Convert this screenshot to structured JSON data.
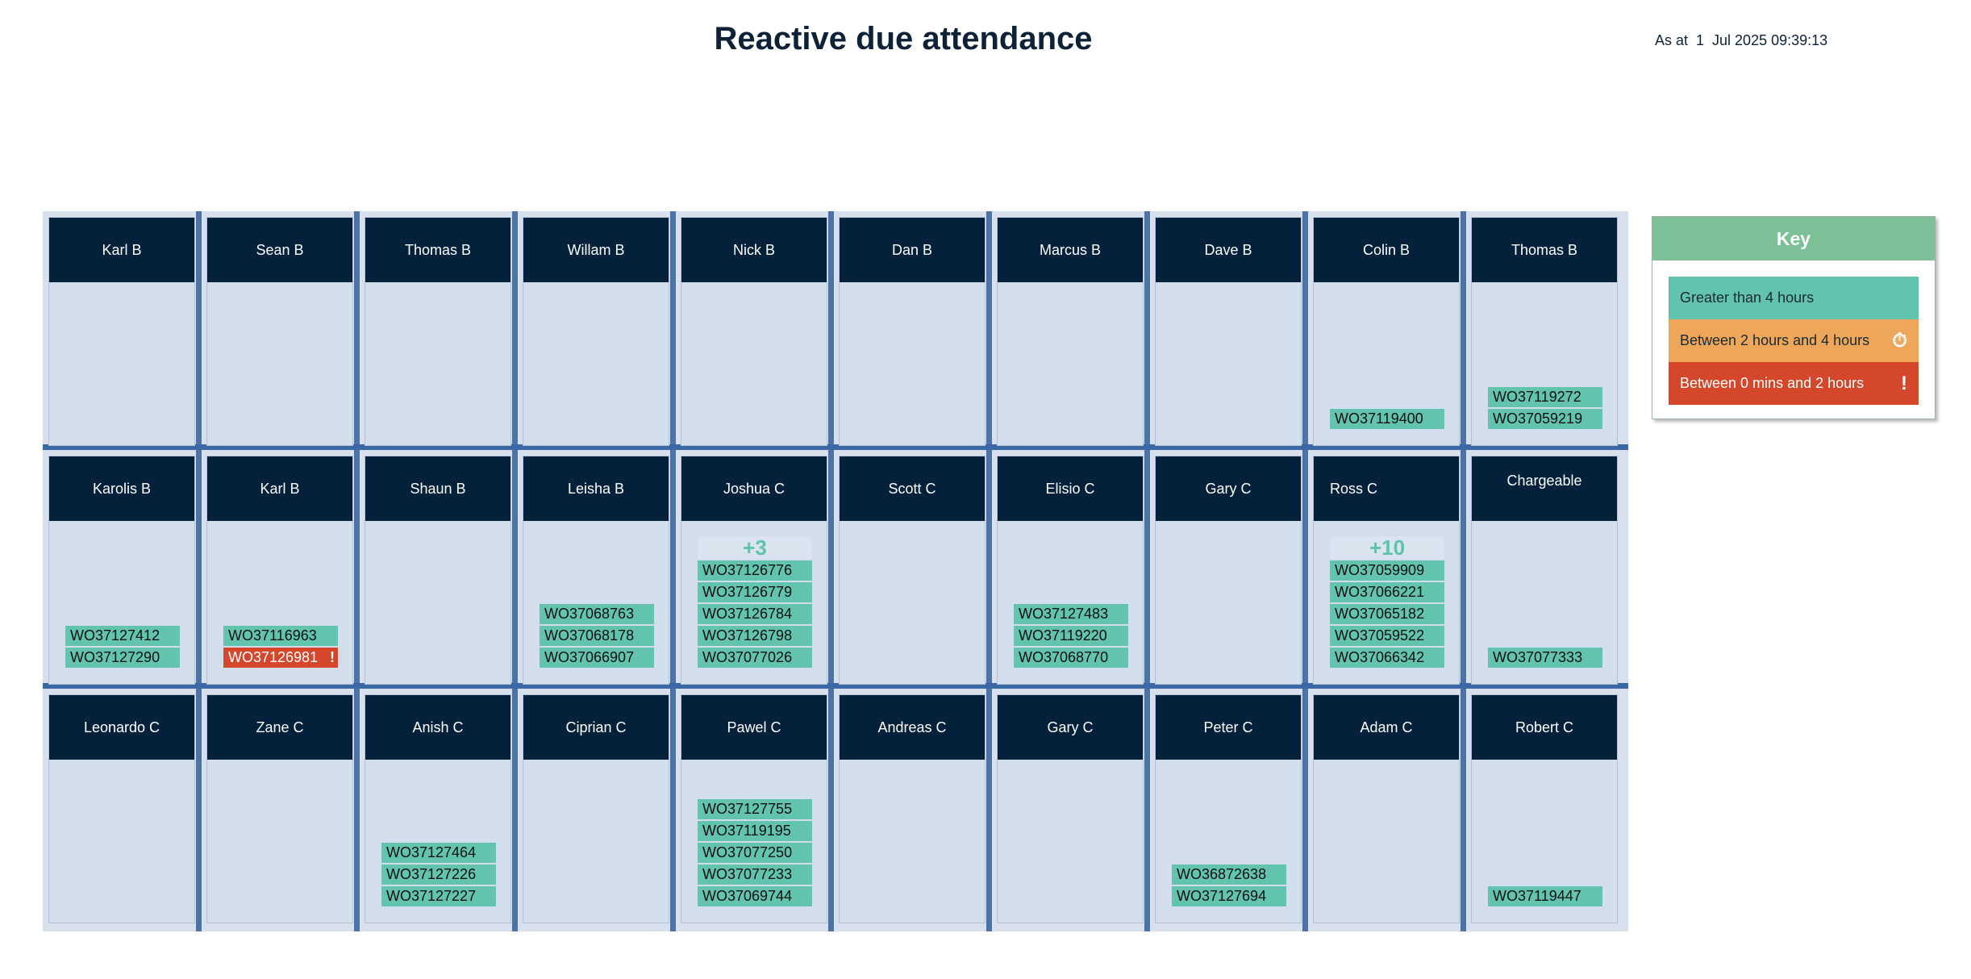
{
  "header": {
    "title": "Reactive due attendance",
    "as_at": "As at  1  Jul 2025 09:39:13"
  },
  "colors": {
    "header_bg": "#03213a",
    "cell_bg": "#d2deeb",
    "grid_line": "#3a68a4",
    "green": "#62c3ae",
    "amber": "#eea65a",
    "red": "#d4472b",
    "key_header": "#7dbf96"
  },
  "key": {
    "title": "Key",
    "items": [
      {
        "label": "Greater than 4 hours",
        "color": "#62c3ae",
        "text_color": "#1a2a33",
        "icon": "",
        "icon_name": ""
      },
      {
        "label": "Between 2 hours and 4 hours",
        "color": "#eea65a",
        "text_color": "#1a2a33",
        "icon": "⏱",
        "icon_name": "stopwatch-icon"
      },
      {
        "label": "Between 0 mins and 2 hours",
        "color": "#d4472b",
        "text_color": "#ffffff",
        "icon": "!",
        "icon_name": "exclamation-icon"
      }
    ]
  },
  "rows": [
    [
      {
        "name": "Karl B",
        "trunc": false,
        "work_orders": []
      },
      {
        "name": "Sean B",
        "trunc": false,
        "work_orders": []
      },
      {
        "name": "Thomas B",
        "trunc": false,
        "work_orders": []
      },
      {
        "name": "Willam B",
        "trunc": false,
        "work_orders": []
      },
      {
        "name": "Nick B",
        "trunc": false,
        "work_orders": []
      },
      {
        "name": "Dan B",
        "trunc": false,
        "work_orders": []
      },
      {
        "name": "Marcus B",
        "trunc": false,
        "work_orders": []
      },
      {
        "name": "Dave B",
        "trunc": false,
        "work_orders": []
      },
      {
        "name": "Colin B",
        "trunc": false,
        "work_orders": [
          {
            "id": "WO37119400",
            "status": "green"
          }
        ]
      },
      {
        "name": "Thomas B",
        "trunc": false,
        "work_orders": [
          {
            "id": "WO37119272",
            "status": "green"
          },
          {
            "id": "WO37059219",
            "status": "green"
          }
        ]
      }
    ],
    [
      {
        "name": "Karolis B",
        "trunc": false,
        "work_orders": [
          {
            "id": "WO37127412",
            "status": "green"
          },
          {
            "id": "WO37127290",
            "status": "green"
          }
        ]
      },
      {
        "name": "Karl B",
        "trunc": false,
        "work_orders": [
          {
            "id": "WO37116963",
            "status": "green"
          },
          {
            "id": "WO37126981",
            "status": "red"
          }
        ]
      },
      {
        "name": "Shaun B",
        "trunc": false,
        "work_orders": []
      },
      {
        "name": "Leisha B",
        "trunc": false,
        "work_orders": [
          {
            "id": "WO37068763",
            "status": "green"
          },
          {
            "id": "WO37068178",
            "status": "green"
          },
          {
            "id": "WO37066907",
            "status": "green"
          }
        ]
      },
      {
        "name": "Joshua C",
        "trunc": false,
        "more": "+3",
        "work_orders": [
          {
            "id": "WO37126776",
            "status": "green"
          },
          {
            "id": "WO37126779",
            "status": "green"
          },
          {
            "id": "WO37126784",
            "status": "green"
          },
          {
            "id": "WO37126798",
            "status": "green"
          },
          {
            "id": "WO37077026",
            "status": "green"
          }
        ]
      },
      {
        "name": "Scott C",
        "trunc": false,
        "work_orders": []
      },
      {
        "name": "Elisio C",
        "trunc": false,
        "work_orders": [
          {
            "id": "WO37127483",
            "status": "green"
          },
          {
            "id": "WO37119220",
            "status": "green"
          },
          {
            "id": "WO37068770",
            "status": "green"
          }
        ]
      },
      {
        "name": "Gary C",
        "trunc": false,
        "work_orders": []
      },
      {
        "name": "Ross C",
        "trunc": true,
        "more": "+10",
        "work_orders": [
          {
            "id": "WO37059909",
            "status": "green"
          },
          {
            "id": "WO37066221",
            "status": "green"
          },
          {
            "id": "WO37065182",
            "status": "green"
          },
          {
            "id": "WO37059522",
            "status": "green"
          },
          {
            "id": "WO37066342",
            "status": "green"
          }
        ]
      },
      {
        "name": "Chargeable",
        "trunc": false,
        "raised": true,
        "work_orders": [
          {
            "id": "WO37077333",
            "status": "green"
          }
        ]
      }
    ],
    [
      {
        "name": "Leonardo C",
        "trunc": false,
        "work_orders": []
      },
      {
        "name": "Zane C",
        "trunc": false,
        "work_orders": []
      },
      {
        "name": "Anish C",
        "trunc": false,
        "work_orders": [
          {
            "id": "WO37127464",
            "status": "green"
          },
          {
            "id": "WO37127226",
            "status": "green"
          },
          {
            "id": "WO37127227",
            "status": "green"
          }
        ]
      },
      {
        "name": "Ciprian C",
        "trunc": false,
        "work_orders": []
      },
      {
        "name": "Pawel C",
        "trunc": false,
        "work_orders": [
          {
            "id": "WO37127755",
            "status": "green"
          },
          {
            "id": "WO37119195",
            "status": "green"
          },
          {
            "id": "WO37077250",
            "status": "green"
          },
          {
            "id": "WO37077233",
            "status": "green"
          },
          {
            "id": "WO37069744",
            "status": "green"
          }
        ]
      },
      {
        "name": "Andreas C",
        "trunc": false,
        "work_orders": []
      },
      {
        "name": "Gary C",
        "trunc": false,
        "work_orders": []
      },
      {
        "name": "Peter C",
        "trunc": false,
        "work_orders": [
          {
            "id": "WO36872638",
            "status": "green"
          },
          {
            "id": "WO37127694",
            "status": "green"
          }
        ]
      },
      {
        "name": "Adam C",
        "trunc": false,
        "work_orders": []
      },
      {
        "name": "Robert C",
        "trunc": false,
        "work_orders": [
          {
            "id": "WO37119447",
            "status": "green"
          }
        ]
      }
    ]
  ]
}
